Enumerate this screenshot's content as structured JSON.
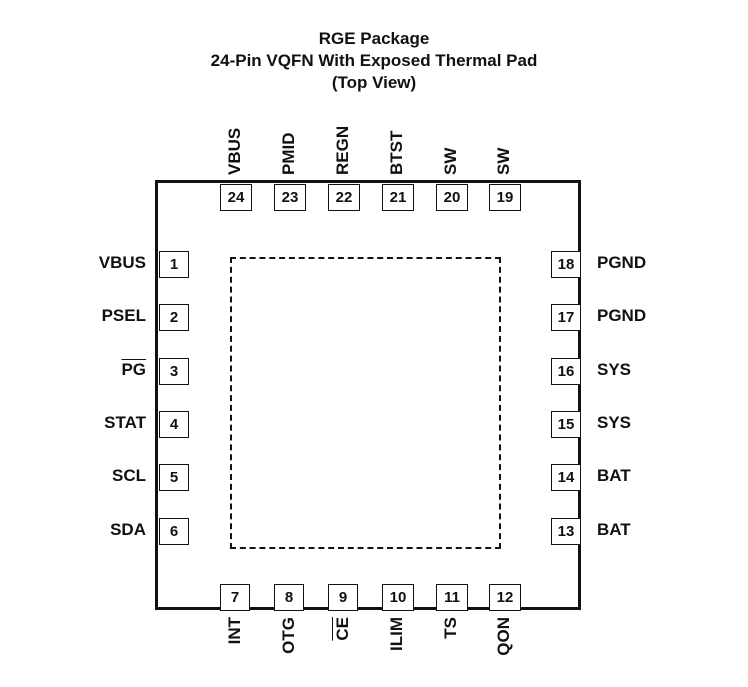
{
  "title": {
    "line1": "RGE Package",
    "line2": "24-Pin VQFN With Exposed Thermal Pad",
    "line3": "(Top View)"
  },
  "pins": {
    "left": [
      {
        "num": "1",
        "name": "VBUS"
      },
      {
        "num": "2",
        "name": "PSEL"
      },
      {
        "num": "3",
        "name": "PG",
        "overbar": true
      },
      {
        "num": "4",
        "name": "STAT"
      },
      {
        "num": "5",
        "name": "SCL"
      },
      {
        "num": "6",
        "name": "SDA"
      }
    ],
    "bottom": [
      {
        "num": "7",
        "name": "INT"
      },
      {
        "num": "8",
        "name": "OTG"
      },
      {
        "num": "9",
        "name": "CE",
        "overbar": true
      },
      {
        "num": "10",
        "name": "ILIM"
      },
      {
        "num": "11",
        "name": "TS"
      },
      {
        "num": "12",
        "name": "QON"
      }
    ],
    "right": [
      {
        "num": "13",
        "name": "BAT"
      },
      {
        "num": "14",
        "name": "BAT"
      },
      {
        "num": "15",
        "name": "SYS"
      },
      {
        "num": "16",
        "name": "SYS"
      },
      {
        "num": "17",
        "name": "PGND"
      },
      {
        "num": "18",
        "name": "PGND"
      }
    ],
    "top": [
      {
        "num": "19",
        "name": "SW"
      },
      {
        "num": "20",
        "name": "SW"
      },
      {
        "num": "21",
        "name": "BTST"
      },
      {
        "num": "22",
        "name": "REGN"
      },
      {
        "num": "23",
        "name": "PMID"
      },
      {
        "num": "24",
        "name": "VBUS"
      }
    ]
  }
}
